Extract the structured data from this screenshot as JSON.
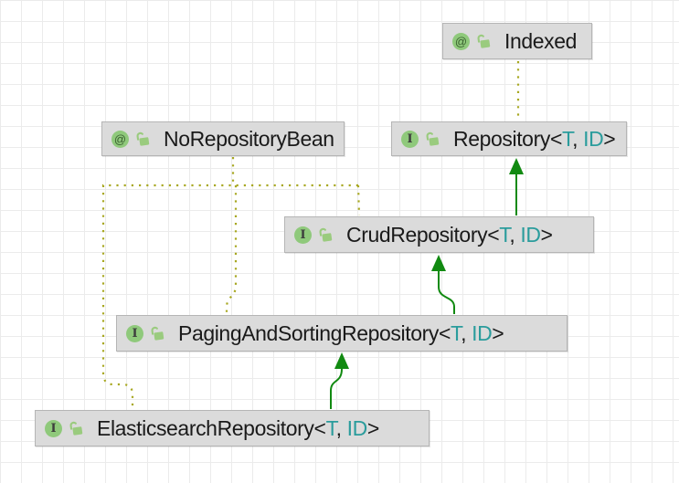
{
  "diagram": {
    "kind": "uml-class-diagram",
    "punctuation": {
      "lt": "<",
      "comma": ", ",
      "gt": ">"
    },
    "icons": {
      "annotation_glyph": "@",
      "interface_glyph": "I",
      "lock": "public-open-padlock-icon"
    },
    "nodes": [
      {
        "id": "indexed",
        "kind": "annotation",
        "name": "Indexed",
        "visibility": "public"
      },
      {
        "id": "no-repository-bean",
        "kind": "annotation",
        "name": "NoRepositoryBean",
        "visibility": "public"
      },
      {
        "id": "repository",
        "kind": "interface",
        "name": "Repository",
        "type_params": [
          "T",
          "ID"
        ],
        "visibility": "public"
      },
      {
        "id": "crud-repository",
        "kind": "interface",
        "name": "CrudRepository",
        "type_params": [
          "T",
          "ID"
        ],
        "visibility": "public"
      },
      {
        "id": "paging-and-sorting-repository",
        "kind": "interface",
        "name": "PagingAndSortingRepository",
        "type_params": [
          "T",
          "ID"
        ],
        "visibility": "public"
      },
      {
        "id": "elasticsearch-repository",
        "kind": "interface",
        "name": "ElasticsearchRepository",
        "type_params": [
          "T",
          "ID"
        ],
        "visibility": "public"
      }
    ],
    "edges": [
      {
        "from": "CrudRepository",
        "to": "Repository",
        "type": "extends",
        "style": "solid-green-arrow"
      },
      {
        "from": "PagingAndSortingRepository",
        "to": "CrudRepository",
        "type": "extends",
        "style": "solid-green-arrow"
      },
      {
        "from": "ElasticsearchRepository",
        "to": "PagingAndSortingRepository",
        "type": "extends",
        "style": "solid-green-arrow"
      },
      {
        "from": "Repository",
        "to": "Indexed",
        "type": "annotated-with",
        "style": "dotted-olive"
      },
      {
        "from": "CrudRepository",
        "to": "NoRepositoryBean",
        "type": "annotated-with",
        "style": "dotted-olive"
      },
      {
        "from": "PagingAndSortingRepository",
        "to": "NoRepositoryBean",
        "type": "annotated-with",
        "style": "dotted-olive"
      },
      {
        "from": "ElasticsearchRepository",
        "to": "NoRepositoryBean",
        "type": "annotated-with",
        "style": "dotted-olive"
      }
    ],
    "colors": {
      "node_fill": "#dbdbdb",
      "node_border": "#b5b5b5",
      "label_text": "#1a1a1a",
      "type_param": "#2a9c9c",
      "icon_circle": "#8fc97b",
      "icon_glyph": "#3a6030",
      "lock_green": "#9acb7e",
      "inheritance_edge": "#118a11",
      "annotation_edge": "#a8a822",
      "grid_line": "#ebebeb",
      "canvas_bg": "#ffffff"
    }
  }
}
